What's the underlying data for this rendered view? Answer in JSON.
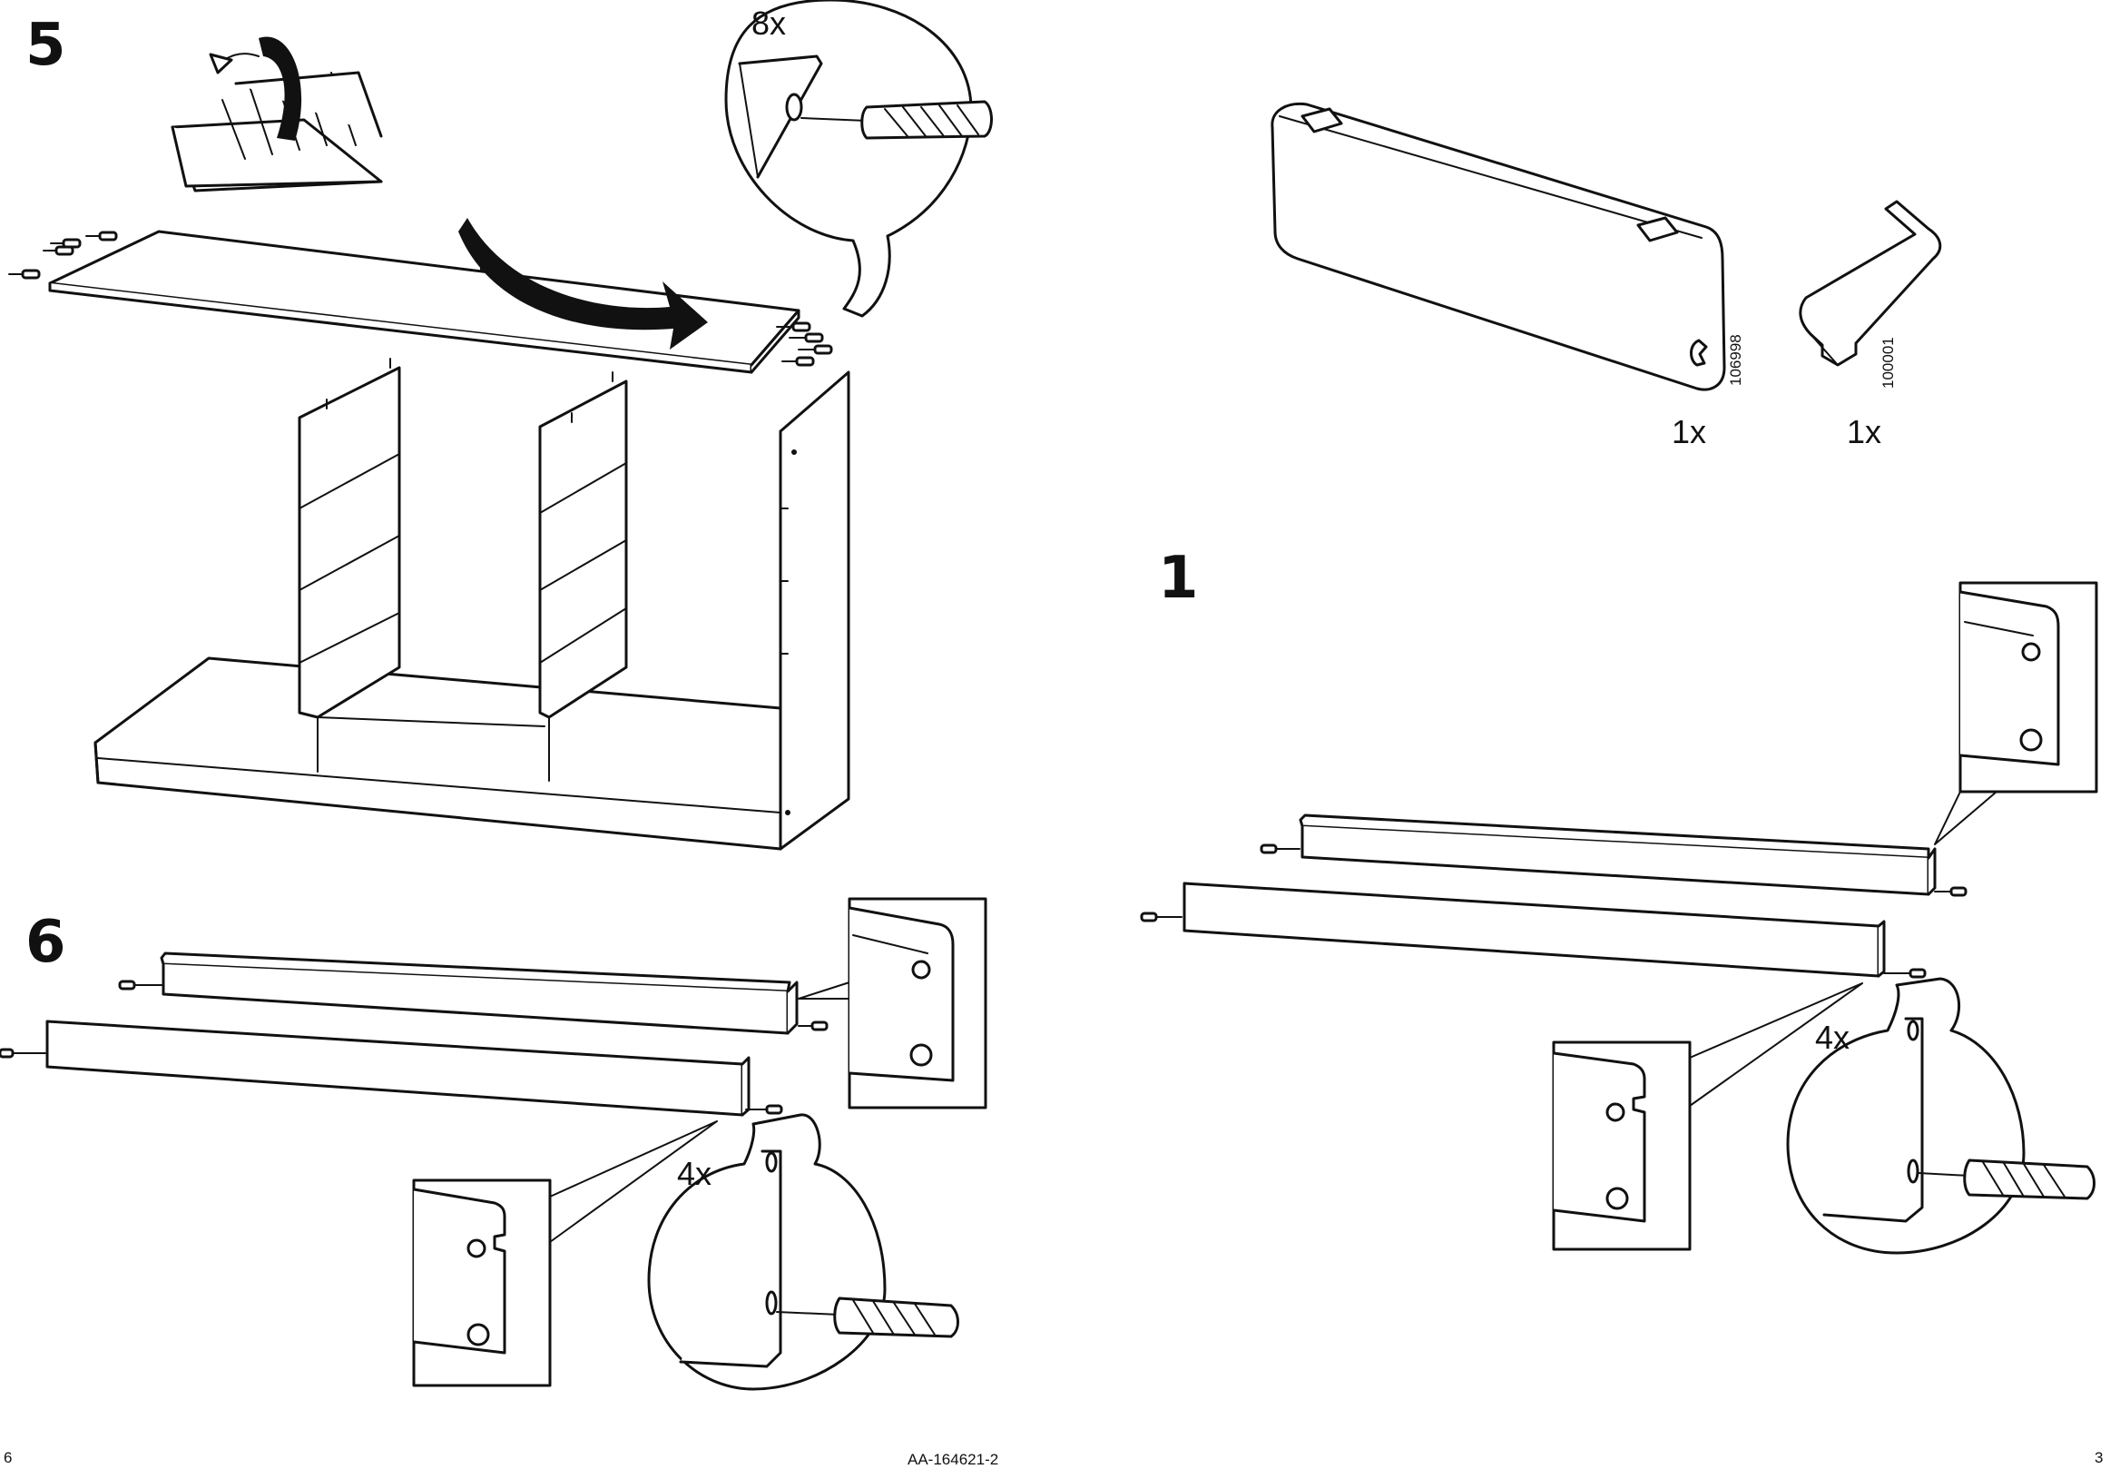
{
  "page": {
    "left_page_number": "6",
    "document_code": "AA-164621-2",
    "right_page_number": "3"
  },
  "steps": {
    "step5": {
      "number": "5",
      "dowel_qty": "8x"
    },
    "step6": {
      "number": "6",
      "dowel_qty": "4x"
    },
    "step1": {
      "number": "1",
      "dowel_qty": "4x"
    }
  },
  "parts": [
    {
      "code": "106998",
      "qty": "1x"
    },
    {
      "code": "100001",
      "qty": "1x"
    }
  ]
}
